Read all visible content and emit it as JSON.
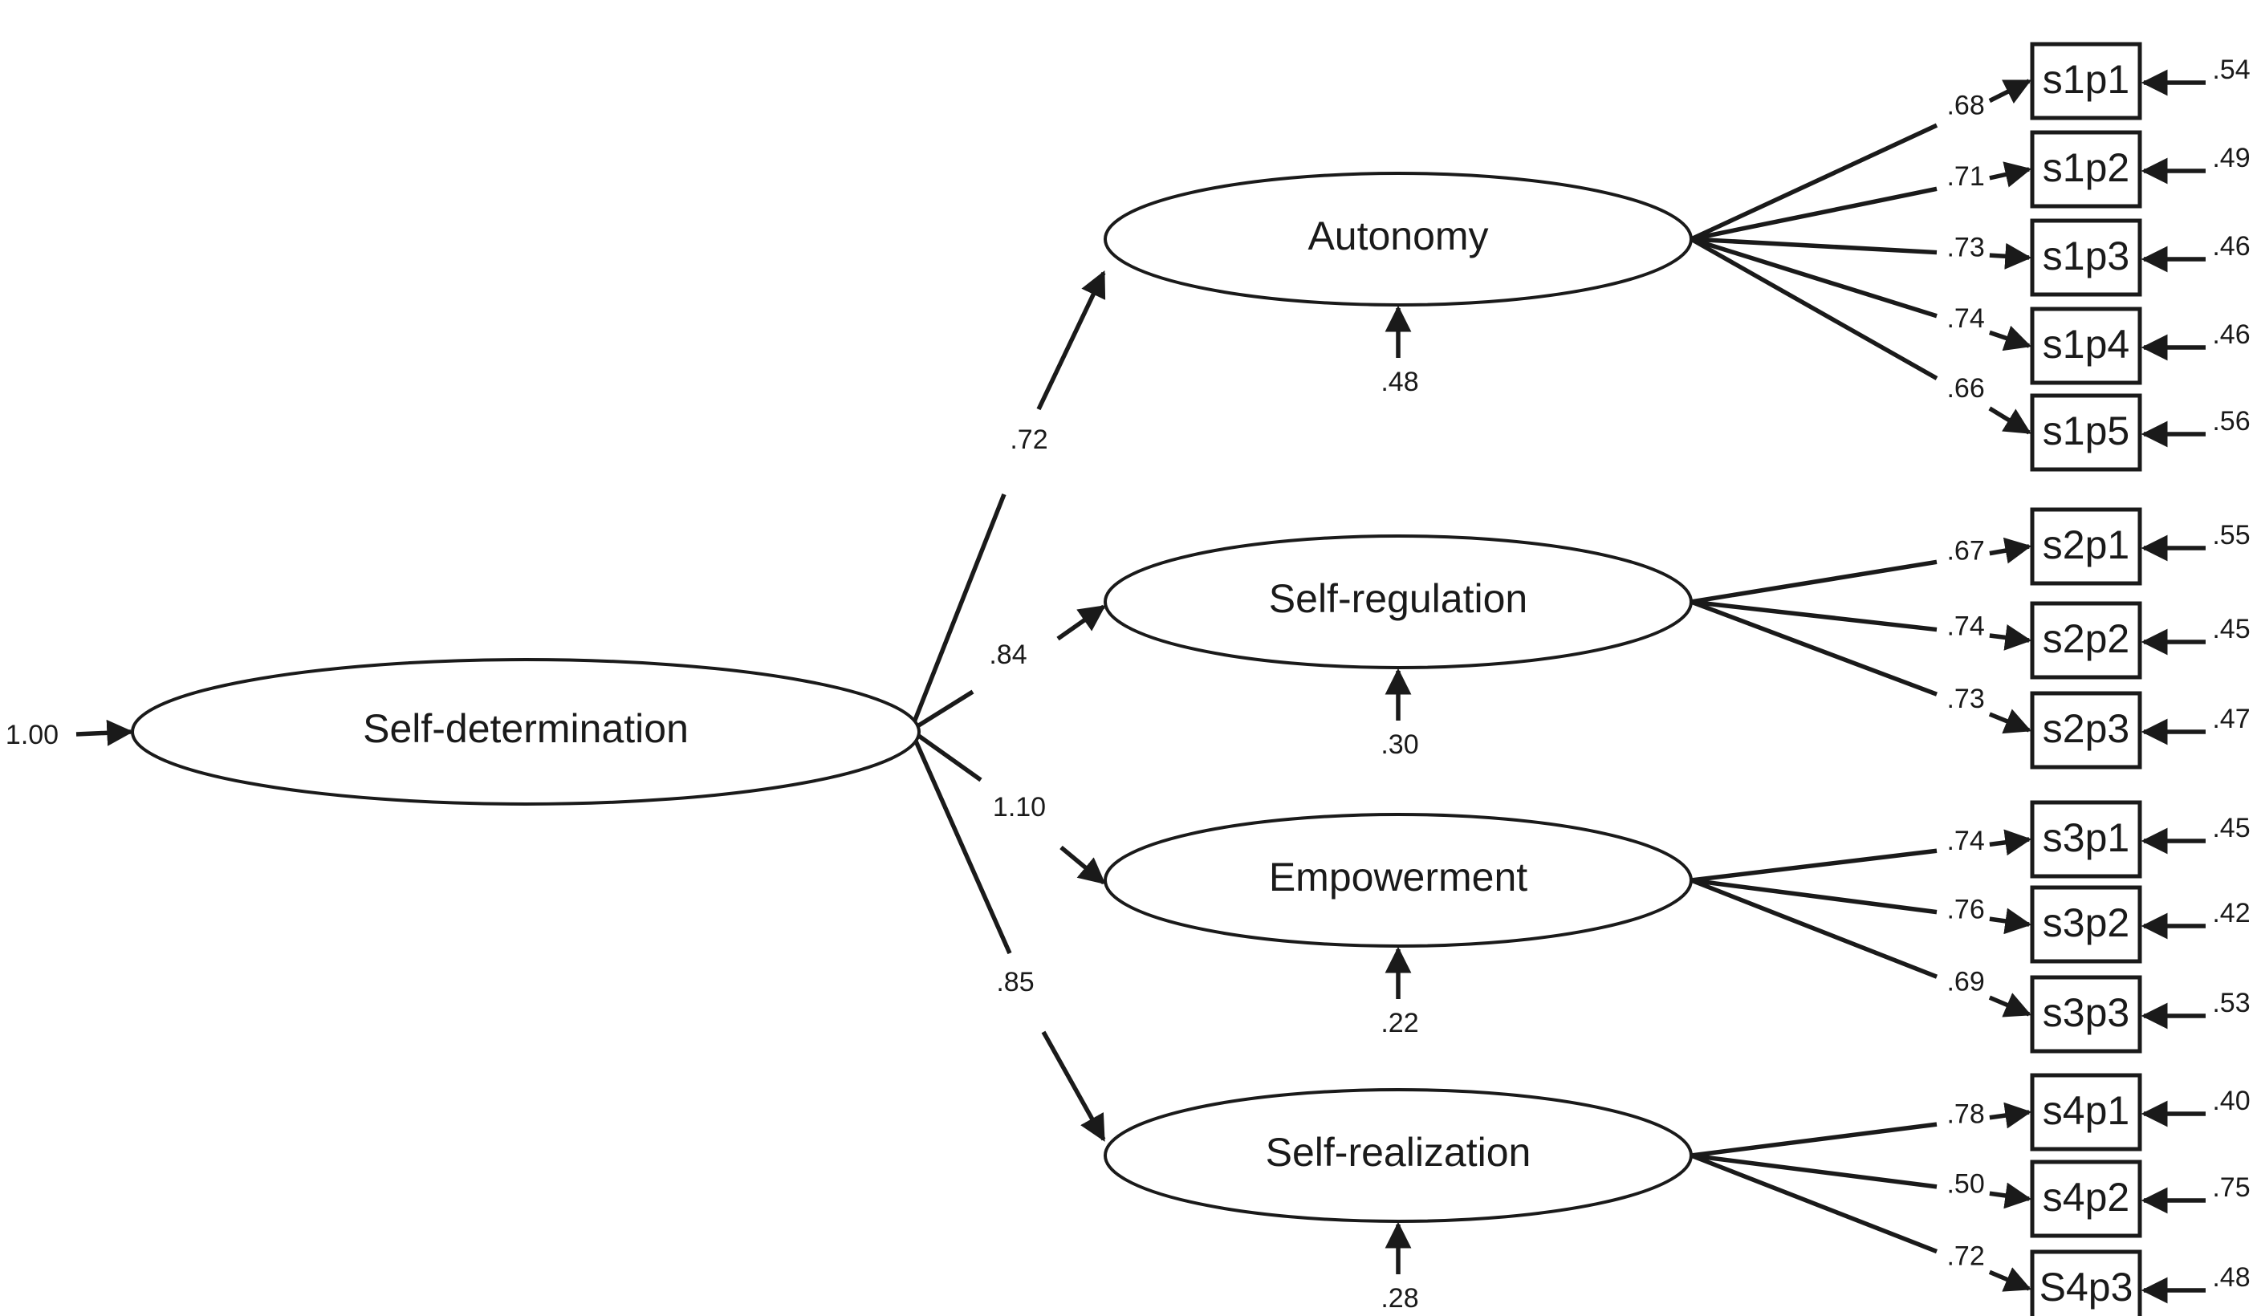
{
  "colors": {
    "ink": "#1a1a1a",
    "background": "#ffffff"
  },
  "second_order": {
    "id": "sd",
    "label": "Self-determination",
    "variance": "1.00"
  },
  "factors": [
    {
      "id": "f1",
      "label": "Autonomy",
      "path_loading": ".72",
      "disturbance": ".48",
      "indicators": [
        {
          "label": "s1p1",
          "loading": ".68",
          "error": ".54"
        },
        {
          "label": "s1p2",
          "loading": ".71",
          "error": ".49"
        },
        {
          "label": "s1p3",
          "loading": ".73",
          "error": ".46"
        },
        {
          "label": "s1p4",
          "loading": ".74",
          "error": ".46"
        },
        {
          "label": "s1p5",
          "loading": ".66",
          "error": ".56"
        }
      ]
    },
    {
      "id": "f2",
      "label": "Self-regulation",
      "path_loading": ".84",
      "disturbance": ".30",
      "indicators": [
        {
          "label": "s2p1",
          "loading": ".67",
          "error": ".55"
        },
        {
          "label": "s2p2",
          "loading": ".74",
          "error": ".45"
        },
        {
          "label": "s2p3",
          "loading": ".73",
          "error": ".47"
        }
      ]
    },
    {
      "id": "f3",
      "label": "Empowerment",
      "path_loading": "1.10",
      "disturbance": ".22",
      "indicators": [
        {
          "label": "s3p1",
          "loading": ".74",
          "error": ".45"
        },
        {
          "label": "s3p2",
          "loading": ".76",
          "error": ".42"
        },
        {
          "label": "s3p3",
          "loading": ".69",
          "error": ".53"
        }
      ]
    },
    {
      "id": "f4",
      "label": "Self-realization",
      "path_loading": ".85",
      "disturbance": ".28",
      "indicators": [
        {
          "label": "s4p1",
          "loading": ".78",
          "error": ".40"
        },
        {
          "label": "s4p2",
          "loading": ".50",
          "error": ".75"
        },
        {
          "label": "S4p3",
          "loading": ".72",
          "error": ".48"
        }
      ]
    }
  ]
}
